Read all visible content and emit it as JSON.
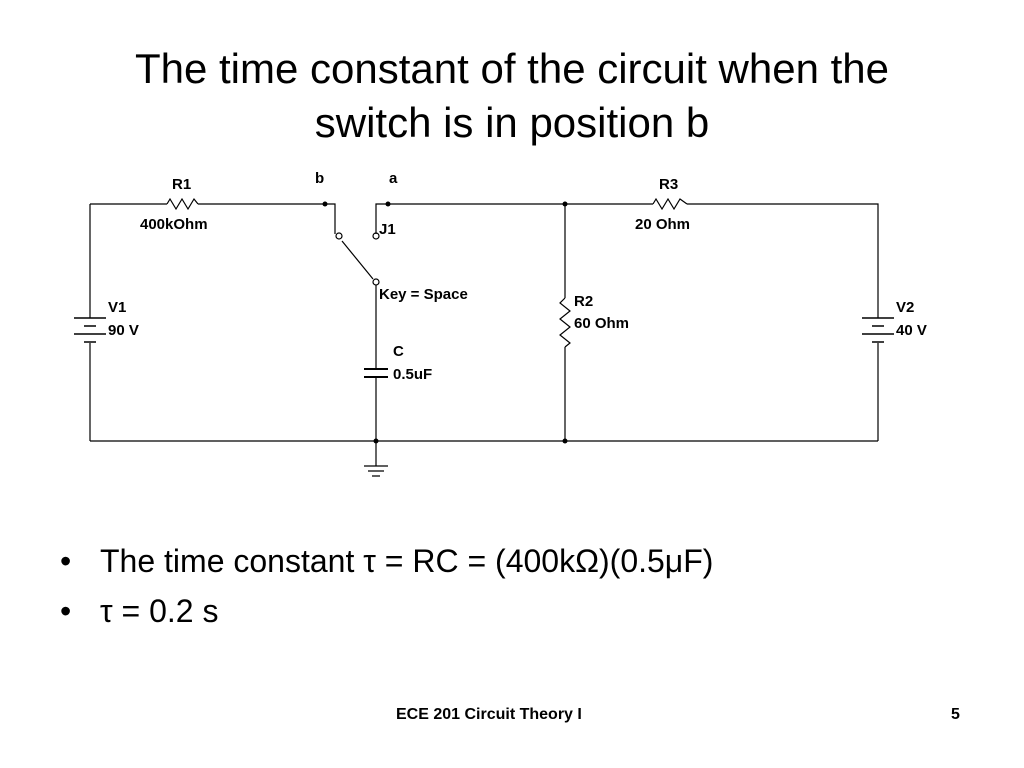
{
  "slide": {
    "title_line1": "The time constant of the circuit when the",
    "title_line2": "switch is in position b"
  },
  "circuit": {
    "r1": {
      "name": "R1",
      "value": "400kOhm"
    },
    "r2": {
      "name": "R2",
      "value": "60 Ohm"
    },
    "r3": {
      "name": "R3",
      "value": "20 Ohm"
    },
    "v1": {
      "name": "V1",
      "value": "90 V"
    },
    "v2": {
      "name": "V2",
      "value": "40 V"
    },
    "c": {
      "name": "C",
      "value": "0.5uF"
    },
    "switch": {
      "name": "J1",
      "key": "Key = Space",
      "pos_b": "b",
      "pos_a": "a"
    }
  },
  "bullets": [
    {
      "marker": "•",
      "text": "The time constant τ = RC = (400kΩ)(0.5μF)"
    },
    {
      "marker": "•",
      "text": "τ = 0.2 s"
    }
  ],
  "footer": {
    "course": "ECE 201 Circuit Theory I",
    "page": "5"
  }
}
